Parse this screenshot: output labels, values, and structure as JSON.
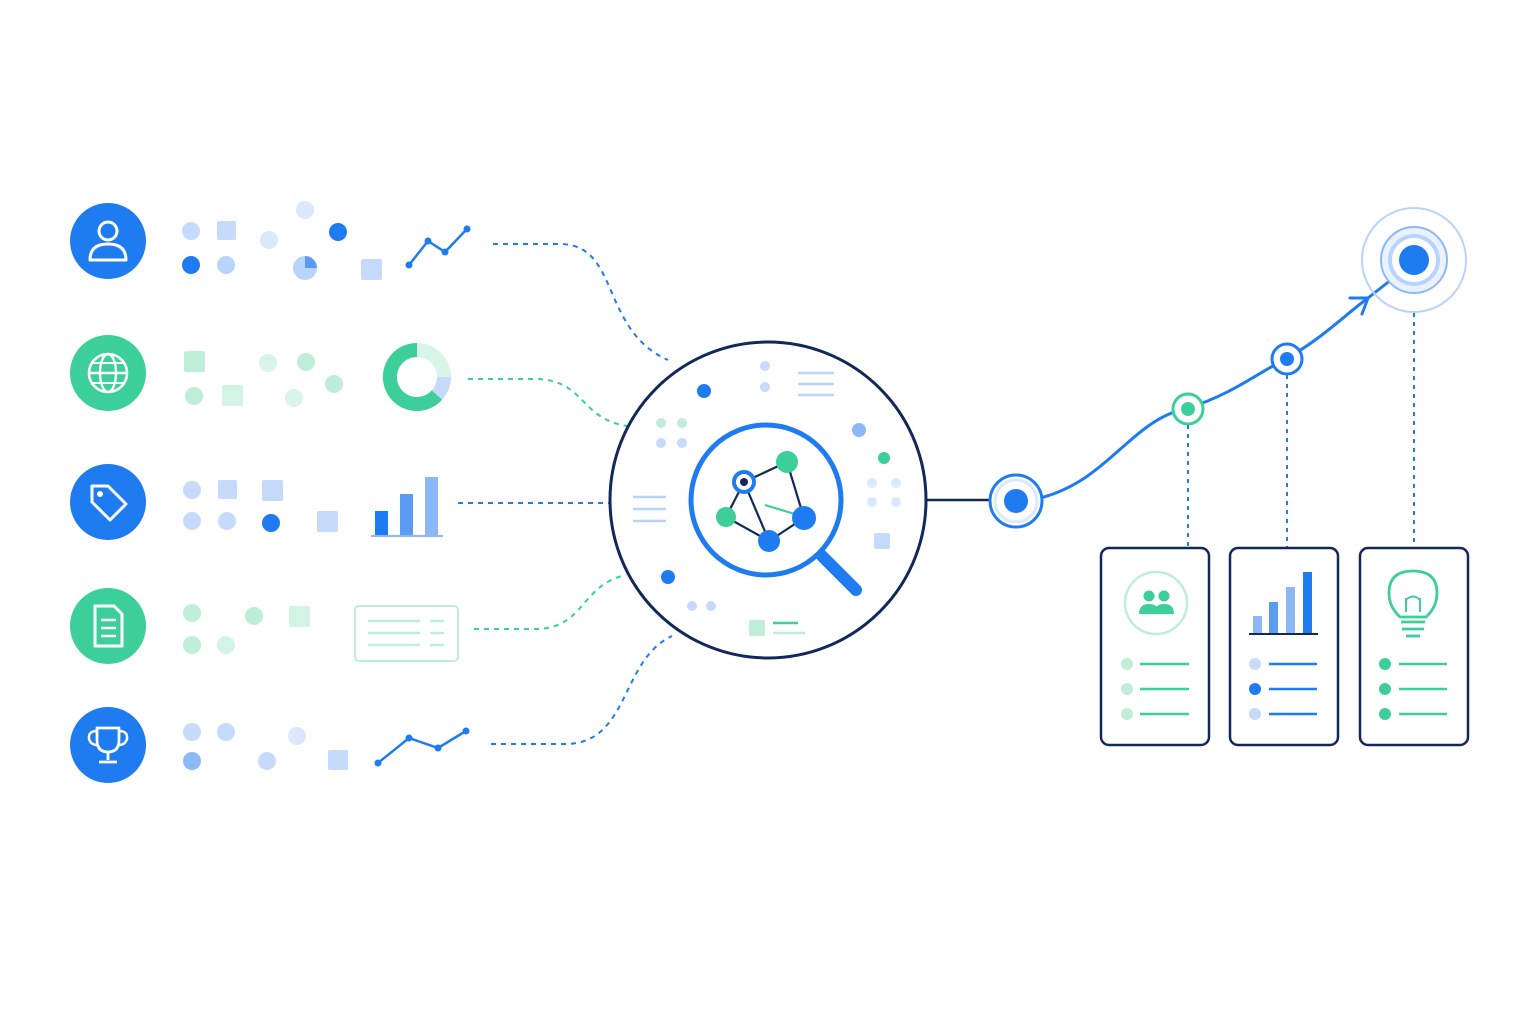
{
  "colors": {
    "blue": "#1e7bf0",
    "green": "#3ccf9a",
    "navy": "#13285a",
    "light_blue": "#b9d4fb",
    "light_green": "#bfeed8",
    "pale_blue": "#dbe8fd"
  },
  "sources": [
    {
      "icon": "user-icon",
      "color": "blue",
      "visual": "line-sparkline"
    },
    {
      "icon": "globe-icon",
      "color": "green",
      "visual": "donut-chart"
    },
    {
      "icon": "tag-icon",
      "color": "blue",
      "visual": "bar-chart"
    },
    {
      "icon": "document-icon",
      "color": "green",
      "visual": "text-card"
    },
    {
      "icon": "trophy-icon",
      "color": "blue",
      "visual": "line-sparkline"
    }
  ],
  "hub": {
    "icon": "magnifier-network-icon"
  },
  "outcome": {
    "milestones": 3,
    "target_icon": "target-icon"
  },
  "cards": [
    {
      "icon": "team-icon",
      "list_color": "green"
    },
    {
      "icon": "bar-chart-icon",
      "list_color": "blue"
    },
    {
      "icon": "lightbulb-icon",
      "list_color": "green"
    }
  ]
}
